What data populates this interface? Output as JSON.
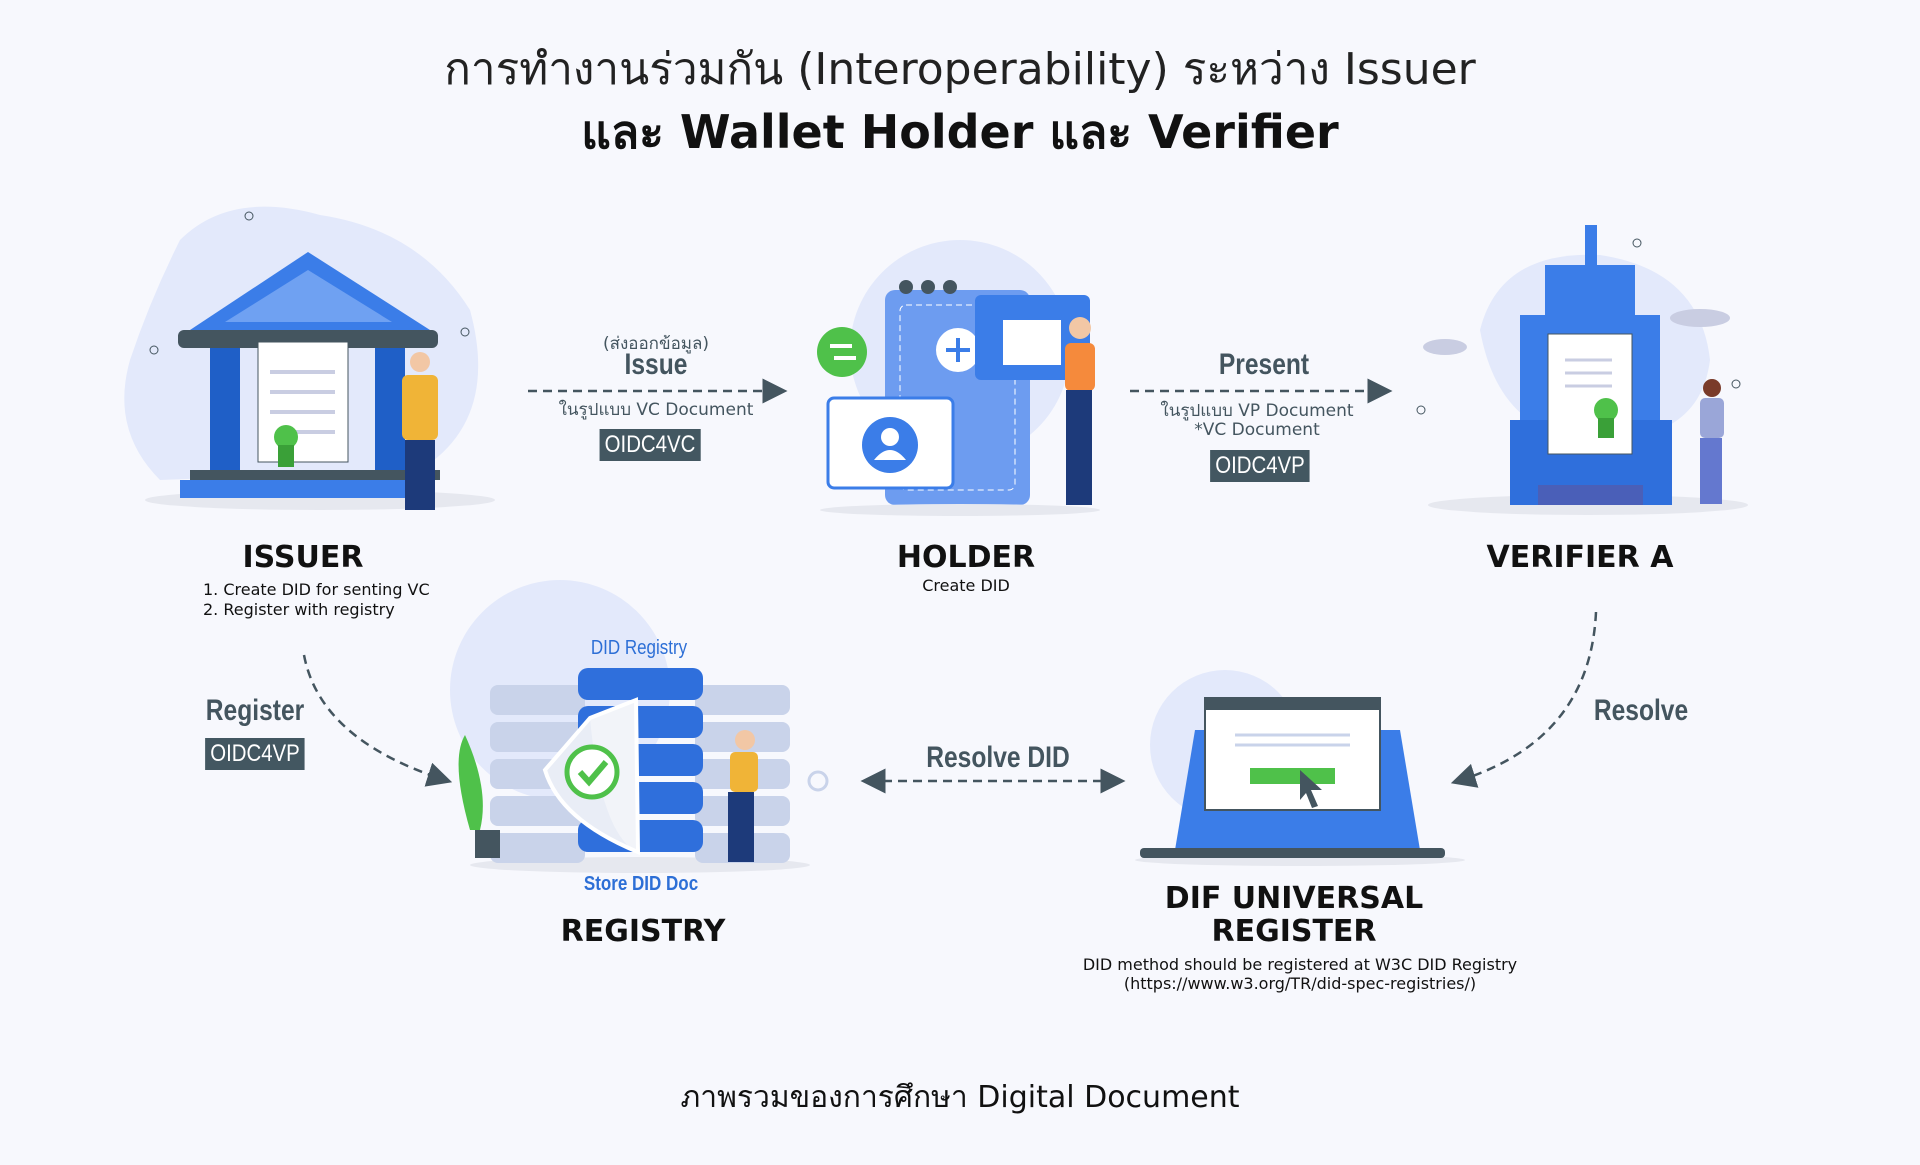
{
  "title": {
    "line1": "การทำงานร่วมกัน (Interoperability) ระหว่าง Issuer",
    "line2": "และ Wallet Holder และ Verifier"
  },
  "issuer": {
    "name": "ISSUER",
    "steps": [
      "1. Create DID for senting VC",
      "2. Register with registry"
    ]
  },
  "issue_flow": {
    "note": "(ส่งออกข้อมูล)",
    "label": "Issue",
    "format": "ในรูปแบบ VC Document",
    "protocol": "OIDC4VC"
  },
  "holder": {
    "name": "HOLDER",
    "sub": "Create DID"
  },
  "present_flow": {
    "label": "Present",
    "format": "ในรูปแบบ VP Document",
    "format2": "*VC Document",
    "protocol": "OIDC4VP"
  },
  "verifier": {
    "name": "VERIFIER A"
  },
  "register_flow": {
    "label": "Register",
    "protocol": "OIDC4VP"
  },
  "registry": {
    "name": "REGISTRY",
    "top_label": "DID Registry",
    "bottom_label": "Store DID Doc"
  },
  "resolve_did_flow": {
    "label": "Resolve DID"
  },
  "resolve_flow": {
    "label": "Resolve"
  },
  "dif": {
    "name_line1": "DIF UNIVERSAL",
    "name_line2": "REGISTER",
    "note_line1": "DID method should be registered at W3C DID Registry",
    "note_line2": "(https://www.w3.org/TR/did-spec-registries/)"
  },
  "caption": "ภาพรวมของการศึกษา Digital Document",
  "colors": {
    "background": "#f7f8fd",
    "label": "#44555f",
    "badge": "#435761",
    "primary_blue": "#3b7de8",
    "green": "#4fc14a"
  }
}
